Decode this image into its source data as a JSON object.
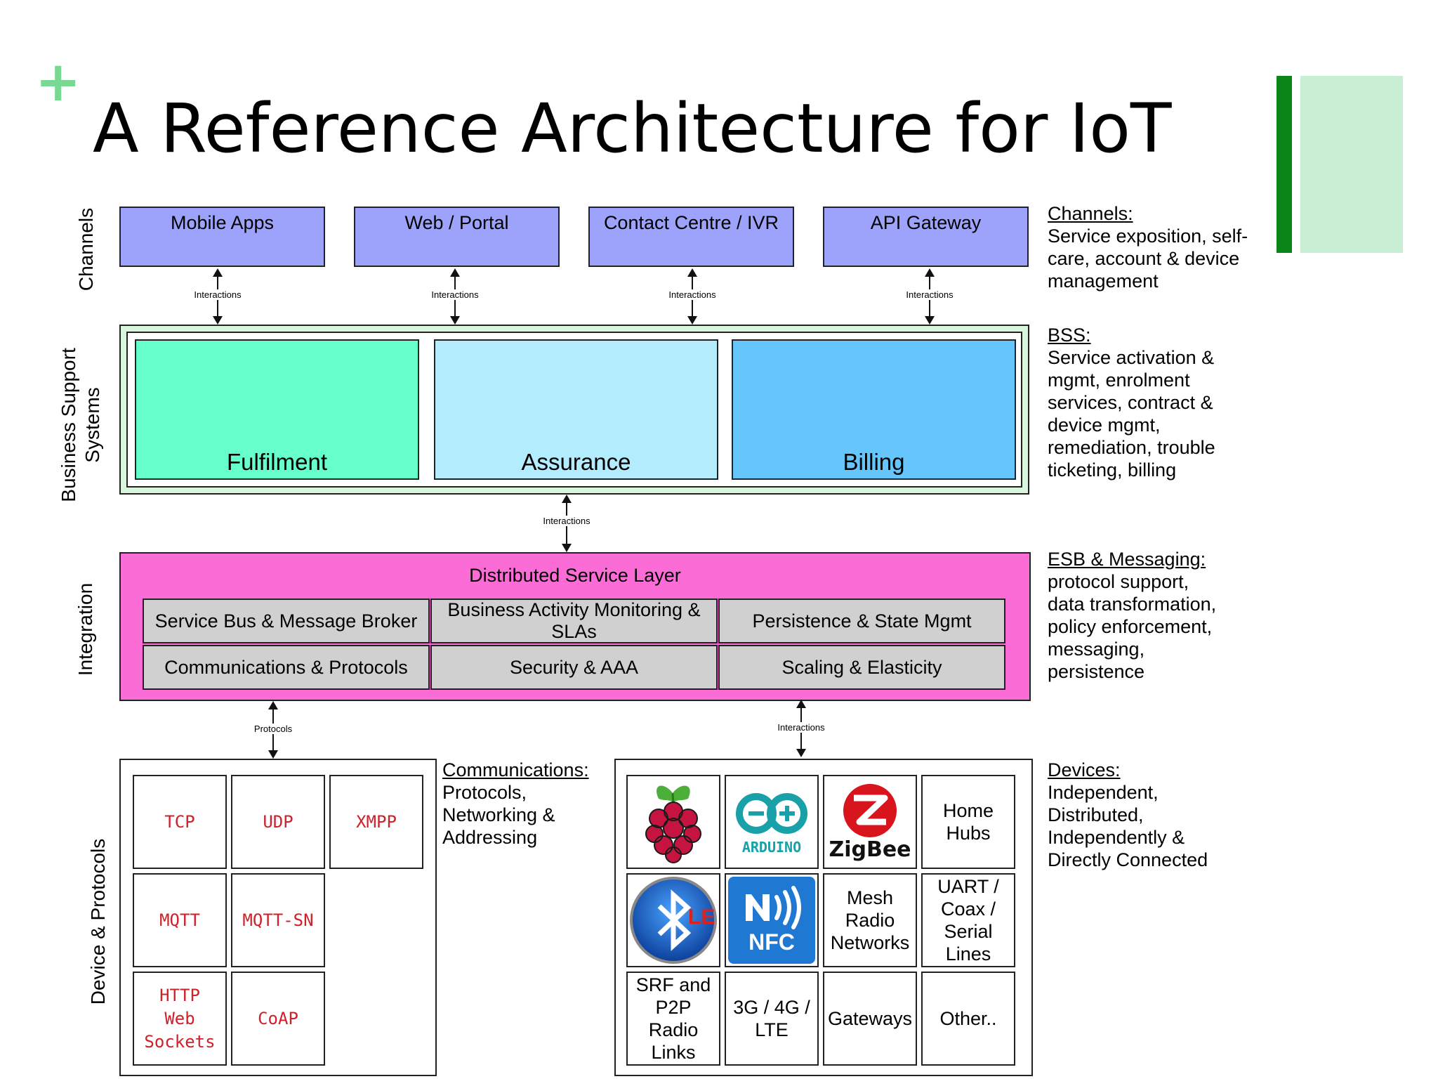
{
  "slide": {
    "plus": "+",
    "title": "A Reference Architecture for IoT"
  },
  "rows": {
    "channels": "Channels",
    "bss": "Business Support Systems",
    "integration": "Integration",
    "device": "Device & Protocols"
  },
  "channels": [
    "Mobile Apps",
    "Web / Portal",
    "Contact Centre / IVR",
    "API Gateway"
  ],
  "arrows": {
    "interactions": "Interactions",
    "protocols": "Protocols"
  },
  "bss": [
    "Fulfilment",
    "Assurance",
    "Billing"
  ],
  "integration": {
    "title": "Distributed Service Layer",
    "cells": [
      "Service Bus & Message Broker",
      "Business Activity Monitoring & SLAs",
      "Persistence & State Mgmt",
      "Communications & Protocols",
      "Security & AAA",
      "Scaling & Elasticity"
    ]
  },
  "protocols": [
    "TCP",
    "UDP",
    "XMPP",
    "MQTT",
    "MQTT-SN",
    "HTTP Web Sockets",
    "CoAP"
  ],
  "comms_note": {
    "heading": "Communications:",
    "body": [
      "Protocols,",
      "Networking &",
      "Addressing"
    ]
  },
  "devices": {
    "logos": {
      "raspberry": "raspberry-pi-logo",
      "arduino": "ARDUINO",
      "zigbee": "ZigBee",
      "ble_letters": "LE",
      "nfc": "NFC"
    },
    "cells": [
      "Home Hubs",
      "Mesh Radio Networks",
      "UART / Coax / Serial Lines",
      "SRF and P2P Radio Links",
      "3G / 4G / LTE",
      "Gateways",
      "Other.."
    ]
  },
  "side_notes": [
    {
      "heading": "Channels:",
      "body": [
        "Service exposition, self-",
        "care, account & device",
        "management"
      ]
    },
    {
      "heading": "BSS:",
      "body": [
        "Service activation &",
        "mgmt, enrolment",
        "services, contract &",
        "device mgmt,",
        "remediation, trouble",
        "ticketing, billing"
      ]
    },
    {
      "heading": "ESB & Messaging:",
      "body": [
        "protocol support,",
        "data transformation,",
        "policy enforcement,",
        "messaging,",
        "persistence"
      ]
    },
    {
      "heading": "Devices:",
      "body": [
        "Independent,",
        "Distributed,",
        "Independently &",
        "Directly Connected"
      ]
    }
  ],
  "colors": {
    "accent_dark": "#0b8418",
    "accent_light": "#c8efd4",
    "channel_fill": "#9da3fb",
    "fulfilment": "#66ffcc",
    "assurance": "#b3ecfd",
    "billing": "#66c6fc",
    "integration_fill": "#fc6cd6",
    "cell_gray": "#d0d0d0",
    "protocol_text": "#d0202a"
  }
}
